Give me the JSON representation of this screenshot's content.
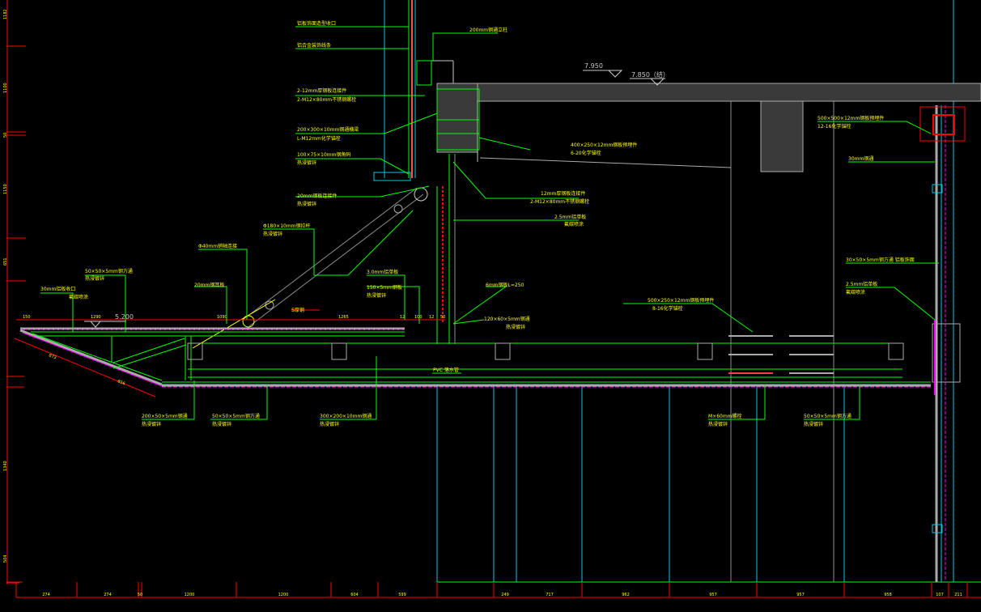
{
  "drawing": {
    "elevations": {
      "top_finish": "7.950",
      "top_structure": "7.850（结）",
      "canopy": "5.200"
    },
    "bottom_dimensions": [
      "274",
      "274",
      "50",
      "1200",
      "1200",
      "604",
      "599",
      "249",
      "717",
      "962",
      "957",
      "957",
      "958",
      "107",
      "211"
    ],
    "left_dimensions": [
      "1182",
      "1100",
      "50",
      "1150",
      "651",
      "1340",
      "504"
    ],
    "canopy_dimensions": [
      "150",
      "1290",
      "1090",
      "1265",
      "12",
      "100",
      "12",
      "50"
    ],
    "slope_dimensions": [
      "873",
      "816"
    ],
    "annotations": {
      "a1": "铝板饰面造型收口",
      "a2": "铝合金装饰线条",
      "a3": "200mm钢通立柱",
      "a4": "2-12mm厚钢板连接件",
      "a5": "2-M12×80mm不锈钢螺栓",
      "a6": "200×300×10mm钢通横梁",
      "a7": "L-M12mm化学锚栓",
      "a8": "100×75×10mm钢角码",
      "a9": "热浸镀锌",
      "a10": "20mm钢板连接件",
      "a11": "热浸镀锌",
      "a12": "400×250×12mm钢板预埋件",
      "a13": "6-20化学锚栓",
      "a14": "12mm厚钢板连接件",
      "a15": "2-M12×80mm不锈钢螺栓",
      "a16": "2.5mm铝单板",
      "a17": "氟碳喷涂",
      "a18": "Φ180×10mm钢拉杆",
      "a19": "热浸镀锌",
      "a20": "Φ40mm销轴连接",
      "a21": "50×50×5mm钢方通",
      "a22": "热浸镀锌",
      "a23": "30mm铝板收口",
      "a24": "氟碳喷涂",
      "a25": "20mm钢耳板",
      "a26": "3.0mm铝单板",
      "a27": "150×5mm钢板",
      "a28": "热浸镀锌",
      "a29": "6mm钢板L=250",
      "a30": "120×60×5mm钢通",
      "a31": "热浸镀锌",
      "a32": "5厚钢",
      "a33": "500×250×12mm钢板预埋件",
      "a34": "8-16化学锚栓",
      "a35": "200×50×5mm钢通",
      "a36": "热浸镀锌",
      "a37": "50×50×5mm钢方通",
      "a38": "热浸镀锌",
      "a39": "300×200×10mm钢通",
      "a40": "热浸镀锌",
      "a41": "M×60mm螺栓",
      "a42": "热浸镀锌",
      "a43": "50×50×5mm钢方通",
      "a44": "热浸镀锌",
      "a45": "500×500×12mm钢板预埋件",
      "a46": "12-16化学锚栓",
      "a47": "30mm钢通",
      "a48": "30×50×5mm钢方通 铝板饰面",
      "a49": "2.5mm铝单板",
      "a50": "氟碳喷涂",
      "a51": "PVC 落水管"
    }
  }
}
